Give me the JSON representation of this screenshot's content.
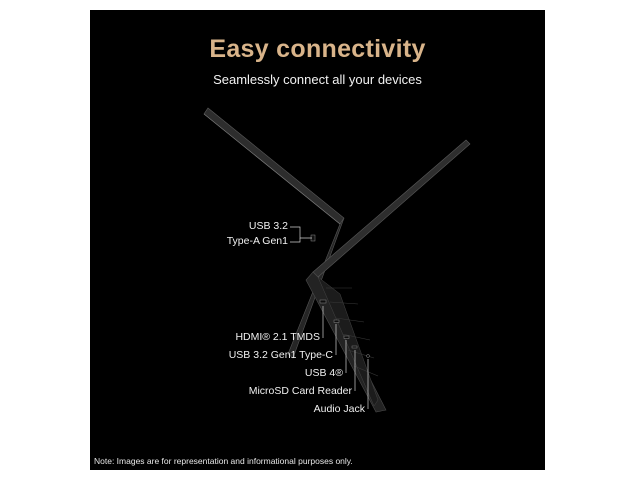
{
  "heading": {
    "title": "Easy connectivity",
    "subtitle": "Seamlessly connect all your devices",
    "title_color": "#d9b48a"
  },
  "ports": {
    "left_side": [
      "USB 3.2",
      "Type-A Gen1"
    ],
    "right_side": [
      "HDMI® 2.1 TMDS",
      "USB 3.2 Gen1 Type-C",
      "USB 4®",
      "MicroSD Card Reader",
      "Audio Jack"
    ]
  },
  "disclaimer": "Note: Images are for representation and informational purposes only."
}
